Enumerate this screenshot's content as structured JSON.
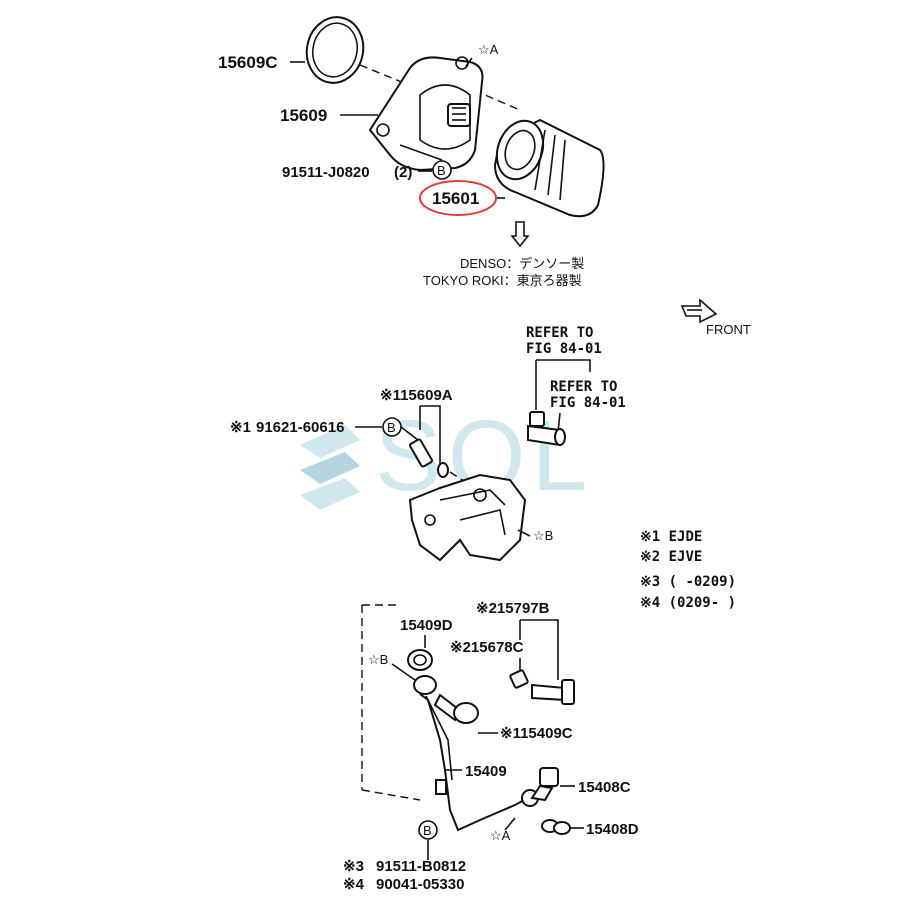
{
  "labels": {
    "c15609c": "15609C",
    "c15609": "15609",
    "c91511j": "91511-J0820",
    "c91511j_qty": "(2)",
    "c15601": "15601",
    "denso": "DENSO：デンソー製",
    "tokyo_roki": "TOKYO ROKI：東京ろ器製",
    "front": "FRONT",
    "refer1_line1": "REFER TO",
    "refer1_line2": "FIG 84-01",
    "refer2_line1": "REFER TO",
    "refer2_line2": "FIG 84-01",
    "c115609a": "※115609A",
    "c91621": "91621-60616",
    "c91621_prefix": "※1",
    "note1": "※1 EJDE",
    "note2": "※2 EJVE",
    "note3": "※3 (      -0209)",
    "note4": "※4 (0209-      )",
    "c15409d": "15409D",
    "c215797b": "※215797B",
    "c215678c": "※215678C",
    "c115409c": "※115409C",
    "c15409": "15409",
    "c15408c": "15408C",
    "c15408d": "15408D",
    "c91511b": "91511-B0812",
    "c91511b_prefix": "※3",
    "c90041": "90041-05330",
    "c90041_prefix": "※4",
    "star_a_top": "☆A",
    "star_b_mid": "☆B",
    "star_b_low": "☆B",
    "star_a_low": "☆A",
    "circle_b": "B",
    "watermark": "SOL"
  },
  "colors": {
    "highlight": "#e03a3a",
    "watermark": "#a9d4e0",
    "ink": "#111111"
  }
}
